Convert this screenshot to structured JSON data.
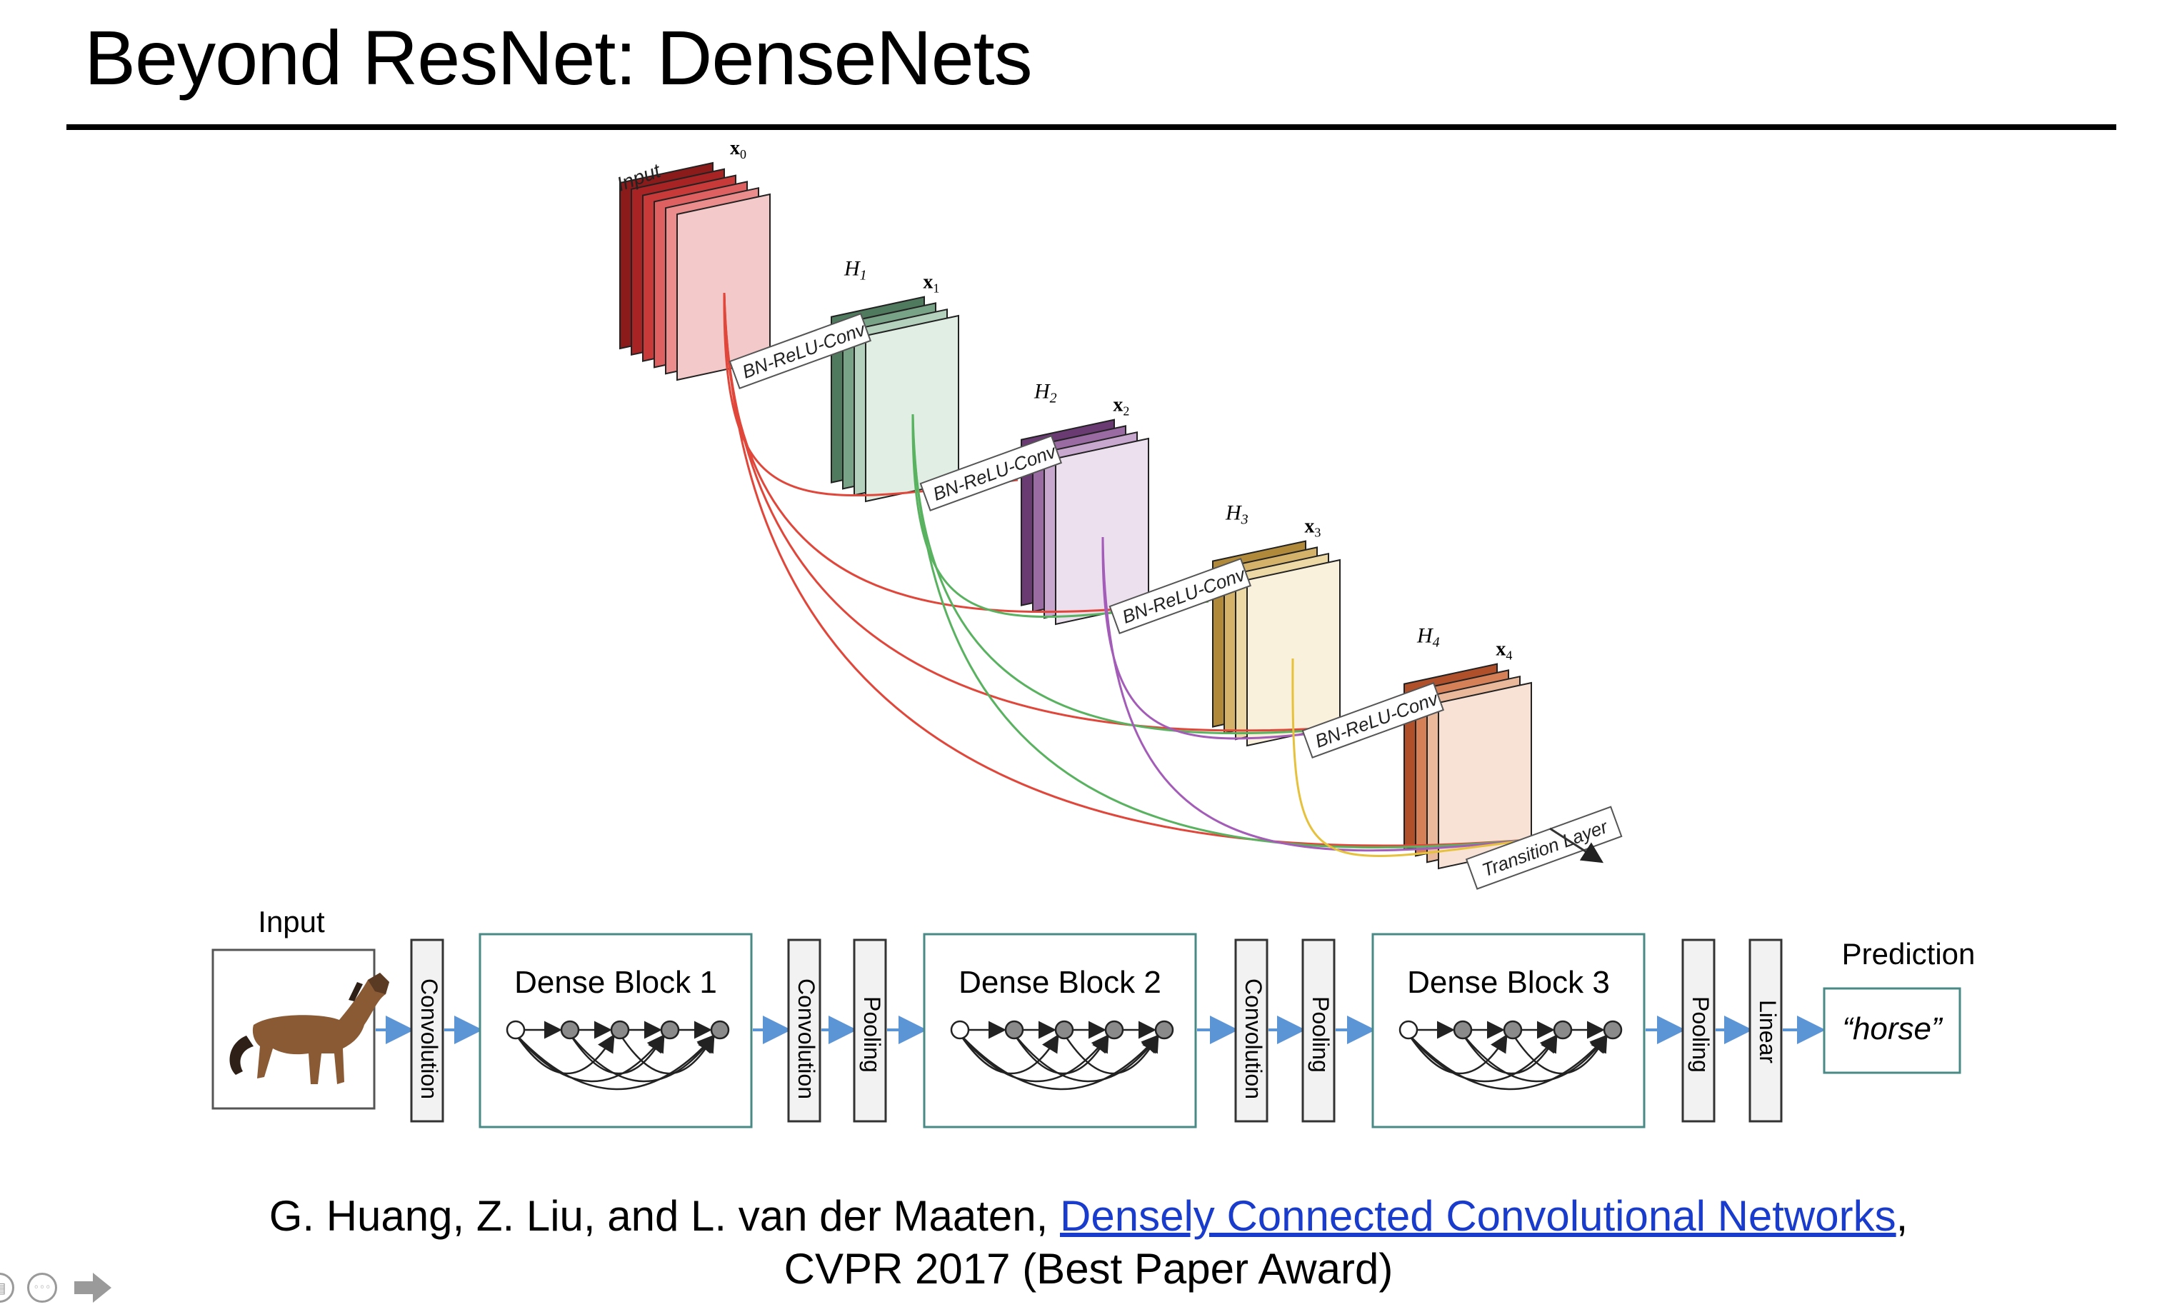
{
  "slide": {
    "title": "Beyond ResNet: DenseNets"
  },
  "dense_block_figure": {
    "input_label": "Input",
    "maps": [
      {
        "id": "x0",
        "label": "x",
        "sub": "0",
        "colors": [
          "#8b1a1a",
          "#a82424",
          "#c83a3a",
          "#de6060",
          "#ec8d8d",
          "#f4c9c9"
        ]
      },
      {
        "id": "x1",
        "label": "x",
        "sub": "1",
        "h": "H",
        "hsub": "1",
        "colors": [
          "#4f7a5e",
          "#78a386",
          "#b3d1bc",
          "#e0eee4"
        ]
      },
      {
        "id": "x2",
        "label": "x",
        "sub": "2",
        "h": "H",
        "hsub": "2",
        "colors": [
          "#6a3a72",
          "#9a6aa2",
          "#c9a8cf",
          "#ece0ef"
        ]
      },
      {
        "id": "x3",
        "label": "x",
        "sub": "3",
        "h": "H",
        "hsub": "3",
        "colors": [
          "#b08a3a",
          "#d4b26a",
          "#ecd9a6",
          "#faf1dc"
        ]
      },
      {
        "id": "x4",
        "label": "x",
        "sub": "4",
        "h": "H",
        "hsub": "4",
        "colors": [
          "#b0502a",
          "#d68058",
          "#eab99c",
          "#f8e2d6"
        ]
      }
    ],
    "bn_relu_conv_label": "BN-ReLU-Conv",
    "transition_label": "Transition Layer",
    "connection_colors": [
      "#e0463a",
      "#59b25f",
      "#a35cb8",
      "#e6c13c"
    ]
  },
  "pipeline": {
    "input_label": "Input",
    "prediction_label": "Prediction",
    "prediction_value": "“horse”",
    "dense_block_1": "Dense Block 1",
    "dense_block_2": "Dense Block 2",
    "dense_block_3": "Dense Block 3",
    "convolution_label": "Convolution",
    "pooling_label": "Pooling",
    "linear_label": "Linear",
    "block_border_color": "#4a8a86",
    "arrow_color": "#5b95d6"
  },
  "citation": {
    "authors": "G. Huang, Z. Liu, and L. van der Maaten, ",
    "paper_link_text": "Densely Connected Convolutional Networks",
    "trailing_comma": ",",
    "venue": "CVPR 2017 (Best Paper Award)"
  }
}
